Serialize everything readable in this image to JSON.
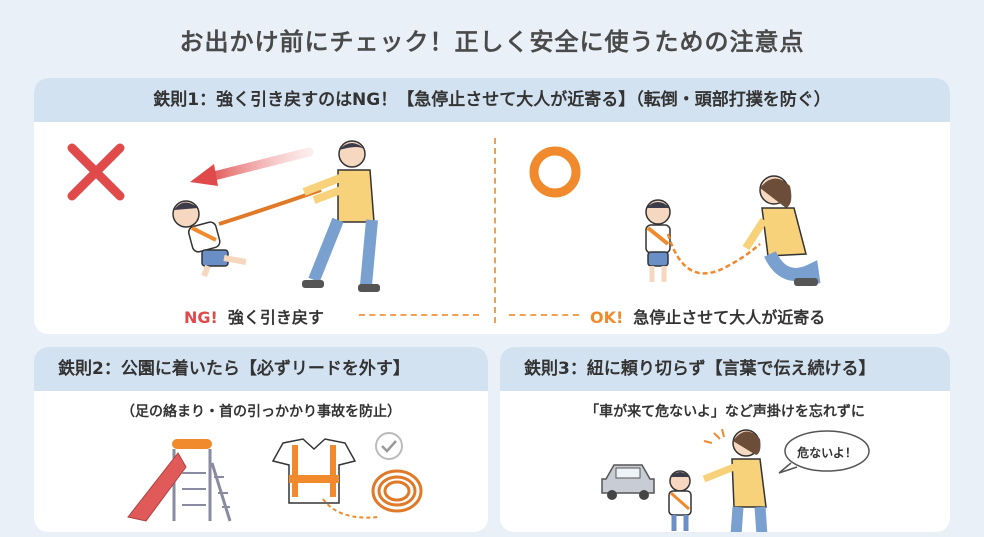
{
  "title": "お出かけ前にチェック！正しく安全に使うための注意点",
  "rule1": {
    "heading": "鉄則1：強く引き戻すのはNG！【急停止させて大人が近寄る】（転倒・頭部打撲を防ぐ）",
    "ng_tag": "NG!",
    "ng_text": "強く引き戻す",
    "ok_tag": "OK!",
    "ok_text": "急停止させて大人が近寄る"
  },
  "rule2": {
    "heading": "鉄則2：公園に着いたら【必ずリードを外す】",
    "sub": "（足の絡まり・首の引っかかり事故を防止）"
  },
  "rule3": {
    "heading": "鉄則3：紐に頼り切らず【言葉で伝え続ける】",
    "sub": "「車が来て危ないよ」など声掛けを忘れずに",
    "bubble": "危ないよ！"
  },
  "colors": {
    "ng": "#e04a4a",
    "ok": "#f08a2c",
    "header_bg": "#d3e2f1",
    "page_bg": "#eaf0f7"
  }
}
